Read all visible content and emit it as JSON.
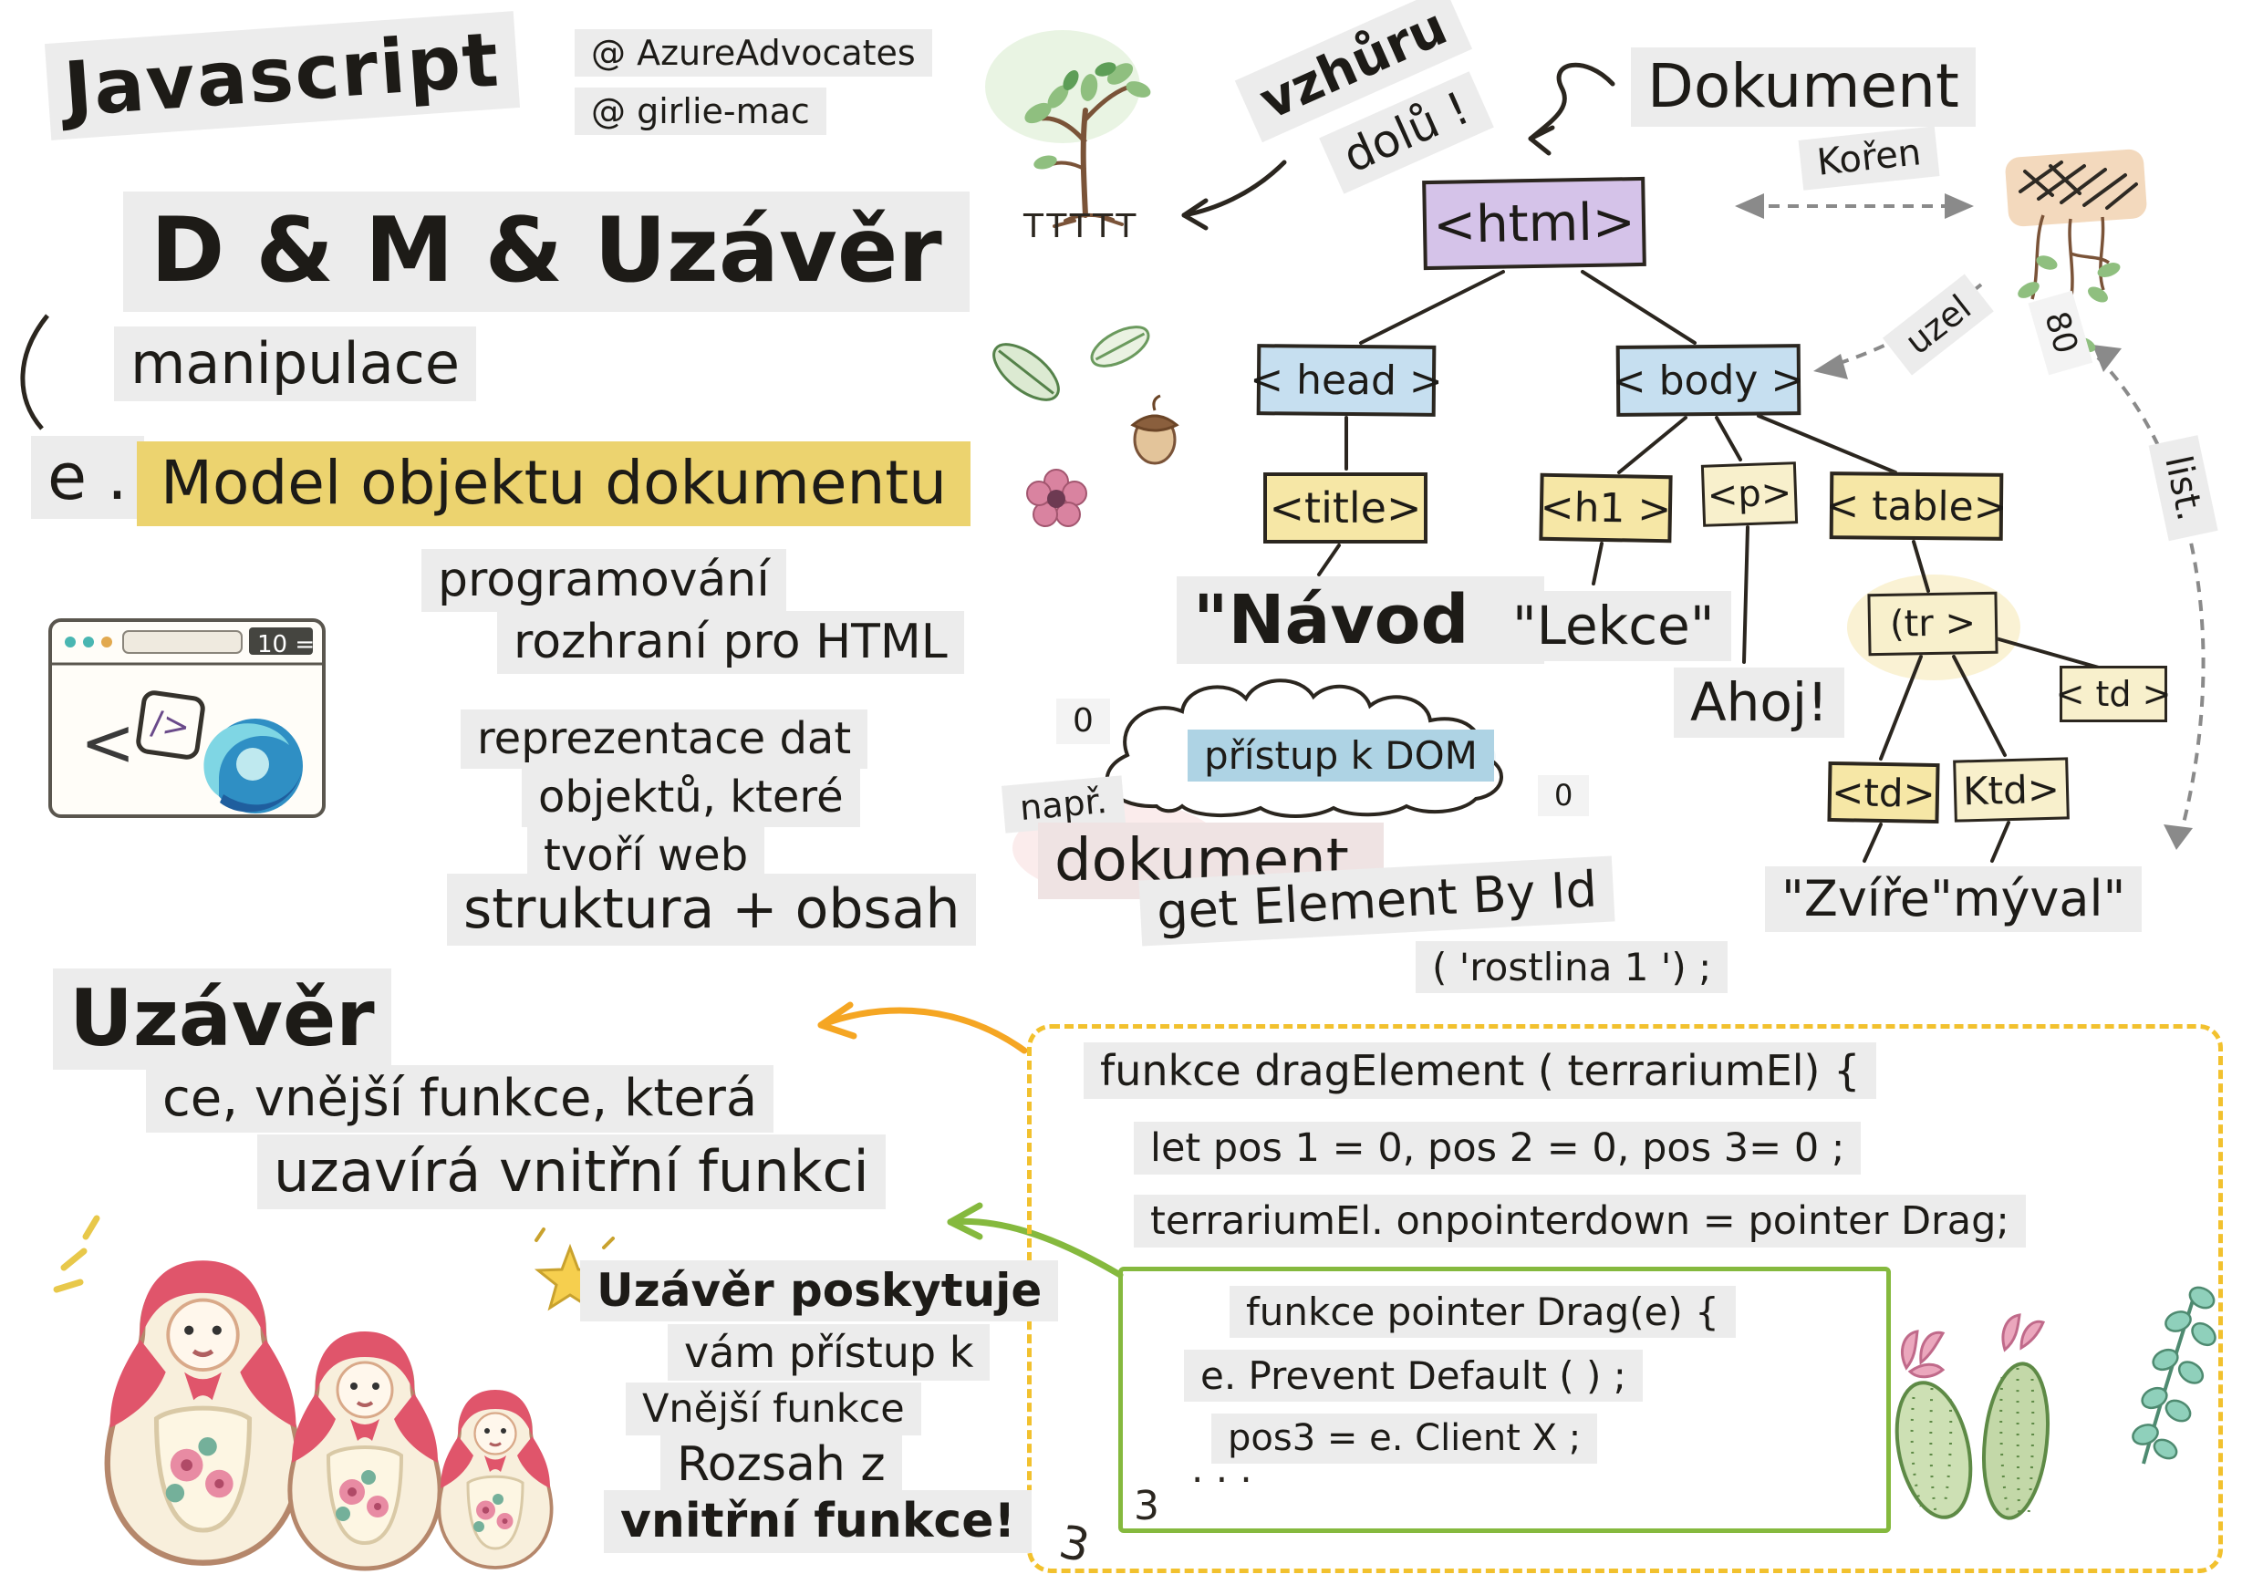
{
  "colors": {
    "label_bg": "#ececec",
    "yellow_highlight": "#ecd36f",
    "blue_highlight": "#aed3e4",
    "purple_node": "#d5c3e9",
    "blue_node": "#c6dff0",
    "yellow_node": "#f6e7a6",
    "green_box_border": "#85b93e",
    "dashed_box_border": "#f2c12e",
    "arrow_yellow": "#f5a623",
    "dashed_arrow_gray": "#8a8a8a"
  },
  "header": {
    "title": "Javascript",
    "handle1": "@ AzureAdvocates",
    "handle2": "@ girlie-mac",
    "subtitle": "D & M & Uzávěr",
    "manipulace": "manipulace",
    "e_prefix": "e .",
    "dom_title": "Model objektu dokumentu"
  },
  "dom_section": {
    "line1": "programování",
    "line2": "rozhraní pro HTML",
    "line3": "reprezentace dat",
    "line4": "objektů, které",
    "line5": "tvoří web",
    "line6": "struktura + obsah",
    "browser_addr": "10 =",
    "code_open": "<",
    "code_close": "/>"
  },
  "closure_section": {
    "heading": "Uzávěr",
    "line1": "ce, vnější funkce, která",
    "line2": "uzavírá vnitřní funkci",
    "note1": "Uzávěr poskytuje",
    "note2": "vám přístup k",
    "note3": "Vnější funkce",
    "note4": "Rozsah z",
    "note5": "vnitřní funkce!"
  },
  "tree_section": {
    "vzhuru": "vzhůru",
    "dolu": "dolů !",
    "dokument": "Dokument",
    "koren": "Kořen",
    "uzel": "uzel",
    "eighty": "80",
    "list": "list.",
    "ttttt": "TTTTT",
    "node_html": "<html>",
    "node_head": "< head >",
    "node_body": "< body >",
    "node_title": "<title>",
    "node_h1": "<h1 >",
    "node_p": "<p>",
    "node_table": "< table>",
    "node_tr": "(tr >",
    "node_td_right": "< td >",
    "node_td_left": "<td>",
    "node_td_mid": "Ktd>",
    "navod": "\"Návod \"",
    "lekce": "\"Lekce\"",
    "ahoj": "Ahoj!",
    "zvire": "\"Zvíře\"mýval\""
  },
  "access_section": {
    "zero_left": "0",
    "zero_right": "0",
    "napr": "např.",
    "cloud_label": "přístup k DOM",
    "dokument_dot": "dokument.",
    "get_element": "get Element By Id",
    "rostlina": "( 'rostlina 1 ') ;"
  },
  "code_section": {
    "line1": "funkce dragElement ( terrariumEl) {",
    "line2": "let pos 1 = 0, pos 2 = 0, pos 3= 0 ;",
    "line3": "terrariumEl. onpointerdown = pointer Drag;",
    "inner_line1": "funkce pointer Drag(e) {",
    "inner_line2": "e. Prevent Default ( ) ;",
    "inner_line3": "pos3 = e. Client X ;",
    "dots": "· · ·",
    "inner_three": "3",
    "outer_three": "3"
  }
}
